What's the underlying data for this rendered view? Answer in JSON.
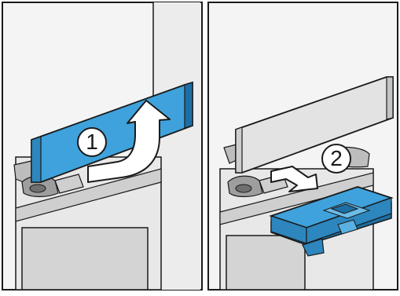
{
  "steps": [
    {
      "number": "1",
      "action": "lift-up-panel"
    },
    {
      "number": "2",
      "action": "pull-out-water-tank"
    }
  ],
  "colors": {
    "highlight": "#3fa2dc",
    "highlight_dark": "#1d6ea3",
    "outline": "#1a1a1a",
    "panel_grey": "#e3e3e3",
    "oven_interior": "#d4d4d4",
    "frame": "#f2f2f2"
  },
  "icons": [
    "up-arrow-icon",
    "pull-out-arrow-icon"
  ]
}
